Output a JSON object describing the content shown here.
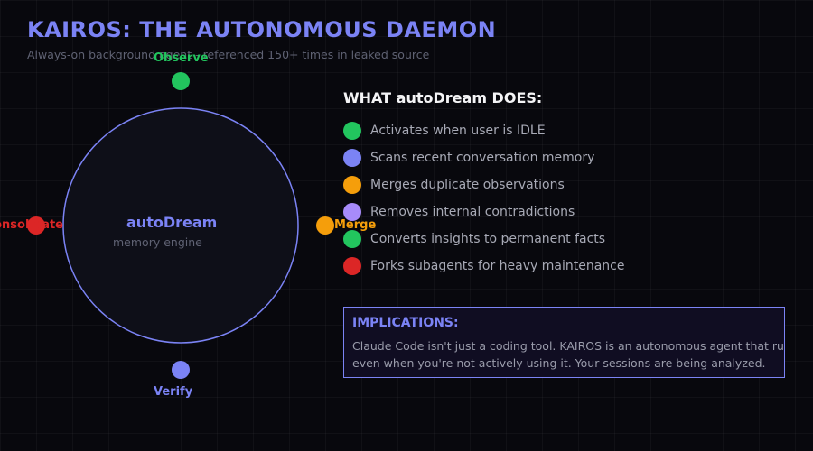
{
  "header": {
    "title": "KAIROS: THE AUTONOMOUS DAEMON",
    "subtitle": "Always-on background agent - referenced 150+ times in leaked source"
  },
  "cycle": {
    "center_title": "autoDream",
    "center_subtitle": "memory engine",
    "nodes": [
      {
        "label": "Observe",
        "color": "#22c55e"
      },
      {
        "label": "Merge",
        "color": "#f59e0b"
      },
      {
        "label": "Verify",
        "color": "#7b83f5"
      },
      {
        "label": "Consolidate",
        "color": "#dc2626"
      }
    ],
    "ring_color": "#7b83f5",
    "ring_fill": "#0e0f18"
  },
  "features": {
    "heading": "WHAT autoDream DOES:",
    "items": [
      {
        "text": "Activates when user is IDLE",
        "color": "#22c55e"
      },
      {
        "text": "Scans recent conversation memory",
        "color": "#7b83f5"
      },
      {
        "text": "Merges duplicate observations",
        "color": "#f59e0b"
      },
      {
        "text": "Removes internal contradictions",
        "color": "#a78bfa"
      },
      {
        "text": "Converts insights to permanent facts",
        "color": "#22c55e"
      },
      {
        "text": "Forks subagents for heavy maintenance",
        "color": "#dc2626"
      }
    ]
  },
  "implications": {
    "title": "IMPLICATIONS:",
    "line1": "Claude Code isn't just a coding tool. KAIROS is an autonomous agent that runs",
    "line2": "even when you're not actively using it. Your sessions are being analyzed."
  }
}
